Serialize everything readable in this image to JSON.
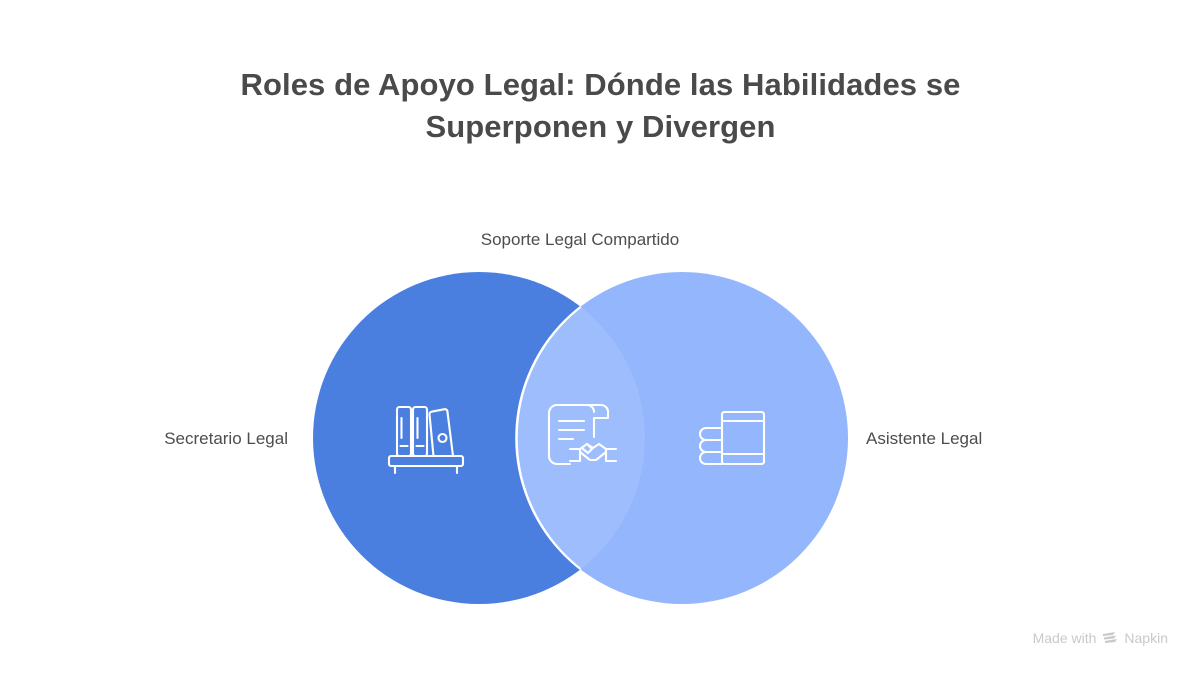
{
  "slide": {
    "background_color": "#ffffff",
    "title": {
      "line1": "Roles de Apoyo Legal: Dónde las Habilidades se",
      "line2": "Superponen y Divergen",
      "color": "#4a4a4a"
    },
    "venn": {
      "top_label": "Soporte Legal Compartido",
      "left_label": "Secretario Legal",
      "right_label": "Asistente Legal",
      "left_circle_color": "#4a7fe0",
      "right_circle_color": "#93b6fc",
      "overlap_color": "#9dbdfd",
      "outline_color": "#ffffff",
      "icon_color": "#ffffff",
      "left_icon": "bookshelf-icon",
      "center_icon": "scroll-handshake-icon",
      "right_icon": "file-stack-icon"
    },
    "watermark": {
      "prefix": "Made with",
      "brand": "Napkin",
      "logo": "napkin-logo-icon",
      "color": "#c9c9c9"
    }
  }
}
